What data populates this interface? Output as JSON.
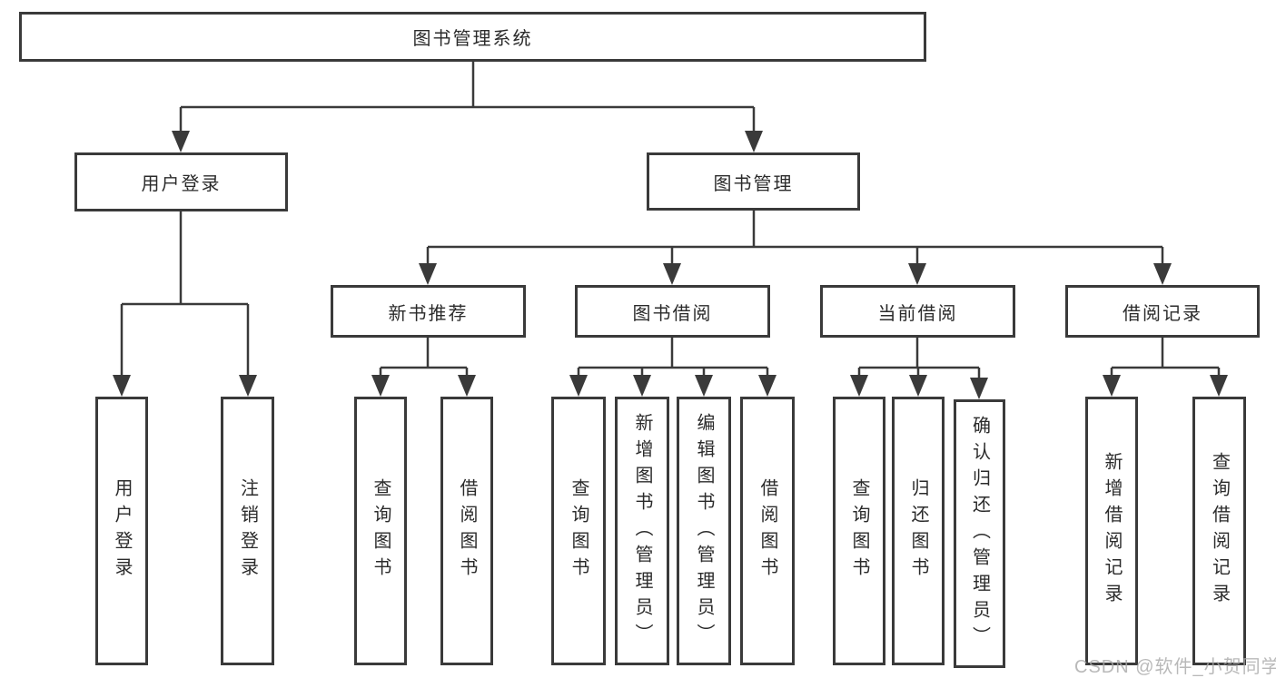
{
  "tree": {
    "label": "图书管理系统",
    "children": [
      {
        "label": "用户登录",
        "children": [
          {
            "label": "用户登录"
          },
          {
            "label": "注销登录"
          }
        ]
      },
      {
        "label": "图书管理",
        "children": [
          {
            "label": "新书推荐",
            "children": [
              {
                "label": "查询图书"
              },
              {
                "label": "借阅图书"
              }
            ]
          },
          {
            "label": "图书借阅",
            "children": [
              {
                "label": "查询图书"
              },
              {
                "label": "新增图书（管理员）"
              },
              {
                "label": "编辑图书（管理员）"
              },
              {
                "label": "借阅图书"
              }
            ]
          },
          {
            "label": "当前借阅",
            "children": [
              {
                "label": "查询图书"
              },
              {
                "label": "归还图书"
              },
              {
                "label": "确认归还（管理员）"
              }
            ]
          },
          {
            "label": "借阅记录",
            "children": [
              {
                "label": "新增借阅记录"
              },
              {
                "label": "查询借阅记录"
              }
            ]
          }
        ]
      }
    ]
  },
  "watermark": {
    "text": "CSDN @软件_小贺同学"
  },
  "colors": {
    "line": "#3a3a3a",
    "box_border": "#3a3a3a",
    "box_fill": "#ffffff",
    "text": "#2b2b2b",
    "watermark": "#a8a8a8",
    "background": "#ffffff"
  }
}
